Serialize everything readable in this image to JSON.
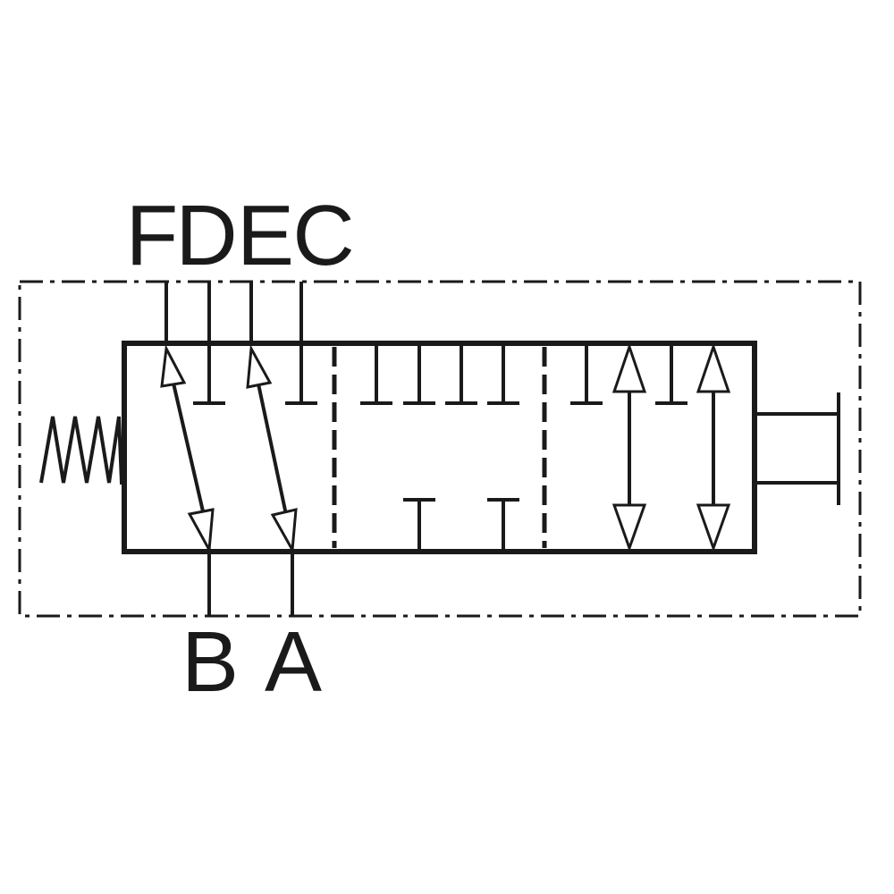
{
  "ports": {
    "top": [
      "F",
      "D",
      "E",
      "C"
    ],
    "bottom": [
      "B",
      "A"
    ]
  },
  "colors": {
    "line": "#1a1a1a",
    "background": "#ffffff"
  }
}
